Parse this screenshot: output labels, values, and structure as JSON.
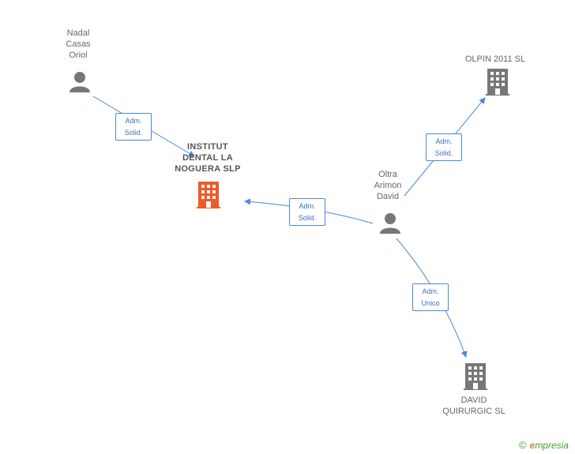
{
  "nodes": {
    "nadal": {
      "name": "Nadal Casas Oriol",
      "lines": [
        "Nadal",
        "Casas",
        "Oriol"
      ],
      "type": "person"
    },
    "institut": {
      "name": "INSTITUT DENTAL LA NOGUERA SLP",
      "lines": [
        "INSTITUT",
        "DENTAL LA",
        "NOGUERA SLP"
      ],
      "type": "company-main"
    },
    "oltra": {
      "name": "Oltra Arimon David",
      "lines": [
        "Oltra",
        "Arimon",
        "David"
      ],
      "type": "person"
    },
    "olpin": {
      "name": "OLPIN 2011 SL",
      "lines": [
        "OLPIN 2011 SL"
      ],
      "type": "company"
    },
    "david": {
      "name": "DAVID QUIRURGIC SL",
      "lines": [
        "DAVID",
        "QUIRURGIC SL"
      ],
      "type": "company"
    }
  },
  "edges": [
    {
      "from": "nadal",
      "to": "institut",
      "label": [
        "Adm.",
        "Solid."
      ]
    },
    {
      "from": "oltra",
      "to": "institut",
      "label": [
        "Adm.",
        "Solid."
      ]
    },
    {
      "from": "oltra",
      "to": "olpin",
      "label": [
        "Adm.",
        "Solid."
      ]
    },
    {
      "from": "oltra",
      "to": "david",
      "label": [
        "Adm.",
        "Unico"
      ]
    }
  ],
  "colors": {
    "edge": "#4a87d8",
    "person": "#777777",
    "company": "#777777",
    "company_main": "#f05a28"
  },
  "brand": {
    "copyright": "©",
    "initial": "e",
    "rest": "mpresia"
  }
}
